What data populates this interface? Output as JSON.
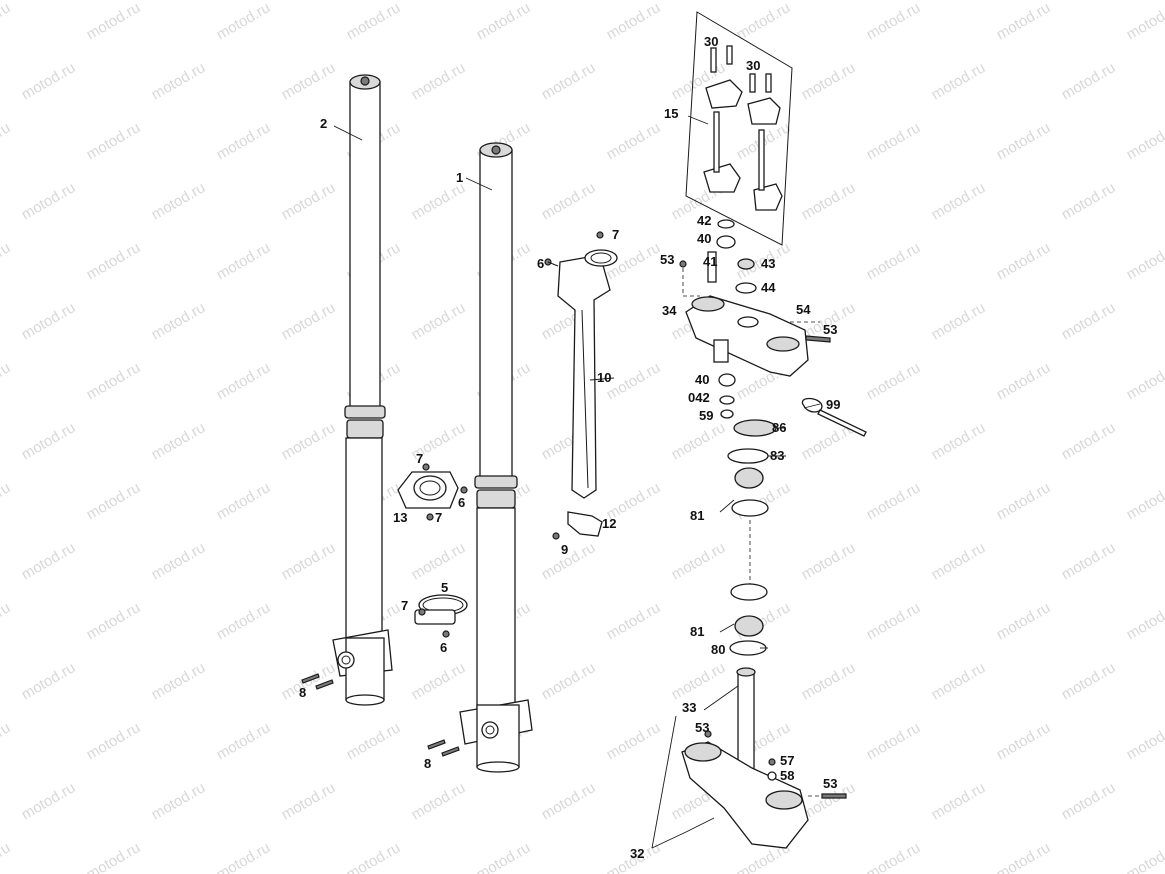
{
  "watermark": "motod.ru",
  "labels": {
    "l1": "1",
    "l2": "2",
    "l5": "5",
    "l6a": "6",
    "l6b": "6",
    "l6c": "6",
    "l7a": "7",
    "l7b": "7",
    "l7c": "7",
    "l7d": "7",
    "l8a": "8",
    "l8b": "8",
    "l9": "9",
    "l10": "10",
    "l12": "12",
    "l13": "13",
    "l15": "15",
    "l30a": "30",
    "l30b": "30",
    "l32": "32",
    "l33": "33",
    "l34": "34",
    "l40a": "40",
    "l40b": "40",
    "l41": "41",
    "l42": "42",
    "l042": "042",
    "l43": "43",
    "l44": "44",
    "l53a": "53",
    "l53b": "53",
    "l53c": "53",
    "l53d": "53",
    "l54": "54",
    "l57": "57",
    "l58": "58",
    "l59": "59",
    "l80": "80",
    "l81a": "81",
    "l81b": "81",
    "l83": "83",
    "l86": "86",
    "l99": "99"
  },
  "colors": {
    "line": "#1a1a1a",
    "shade": "#d9d9d9",
    "watermark": "#d8d8d8"
  }
}
